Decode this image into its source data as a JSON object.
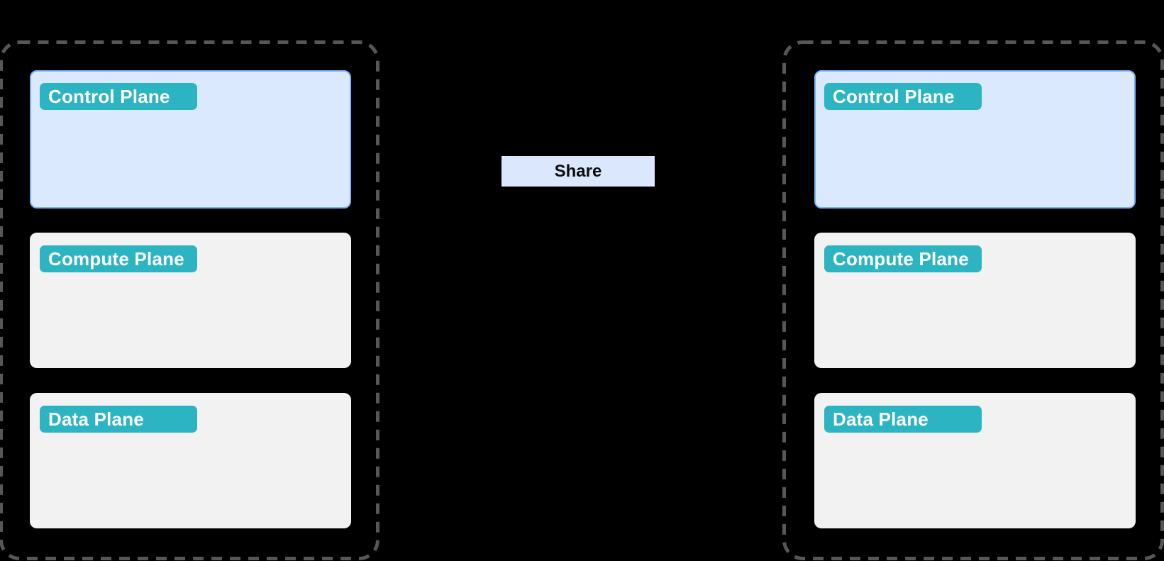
{
  "diagram": {
    "regions": [
      {
        "id": "left",
        "planes": [
          {
            "label": "Control Plane",
            "type": "control"
          },
          {
            "label": "Compute Plane",
            "type": "neutral"
          },
          {
            "label": "Data Plane",
            "type": "neutral"
          }
        ]
      },
      {
        "id": "right",
        "planes": [
          {
            "label": "Control Plane",
            "type": "control"
          },
          {
            "label": "Compute Plane",
            "type": "neutral"
          },
          {
            "label": "Data Plane",
            "type": "neutral"
          }
        ]
      }
    ],
    "connector": {
      "label": "Share"
    },
    "colors": {
      "background": "#000000",
      "region_dashed_border": "#575757",
      "control_plane_fill": "#dbe9fe",
      "control_plane_border": "#77b1f8",
      "plane_fill": "#f2f2f2",
      "plane_badge_fill": "#2cb4c3",
      "plane_badge_text": "#ffffff",
      "share_fill": "#dbe7fd",
      "share_text": "#0c0c0c"
    }
  }
}
